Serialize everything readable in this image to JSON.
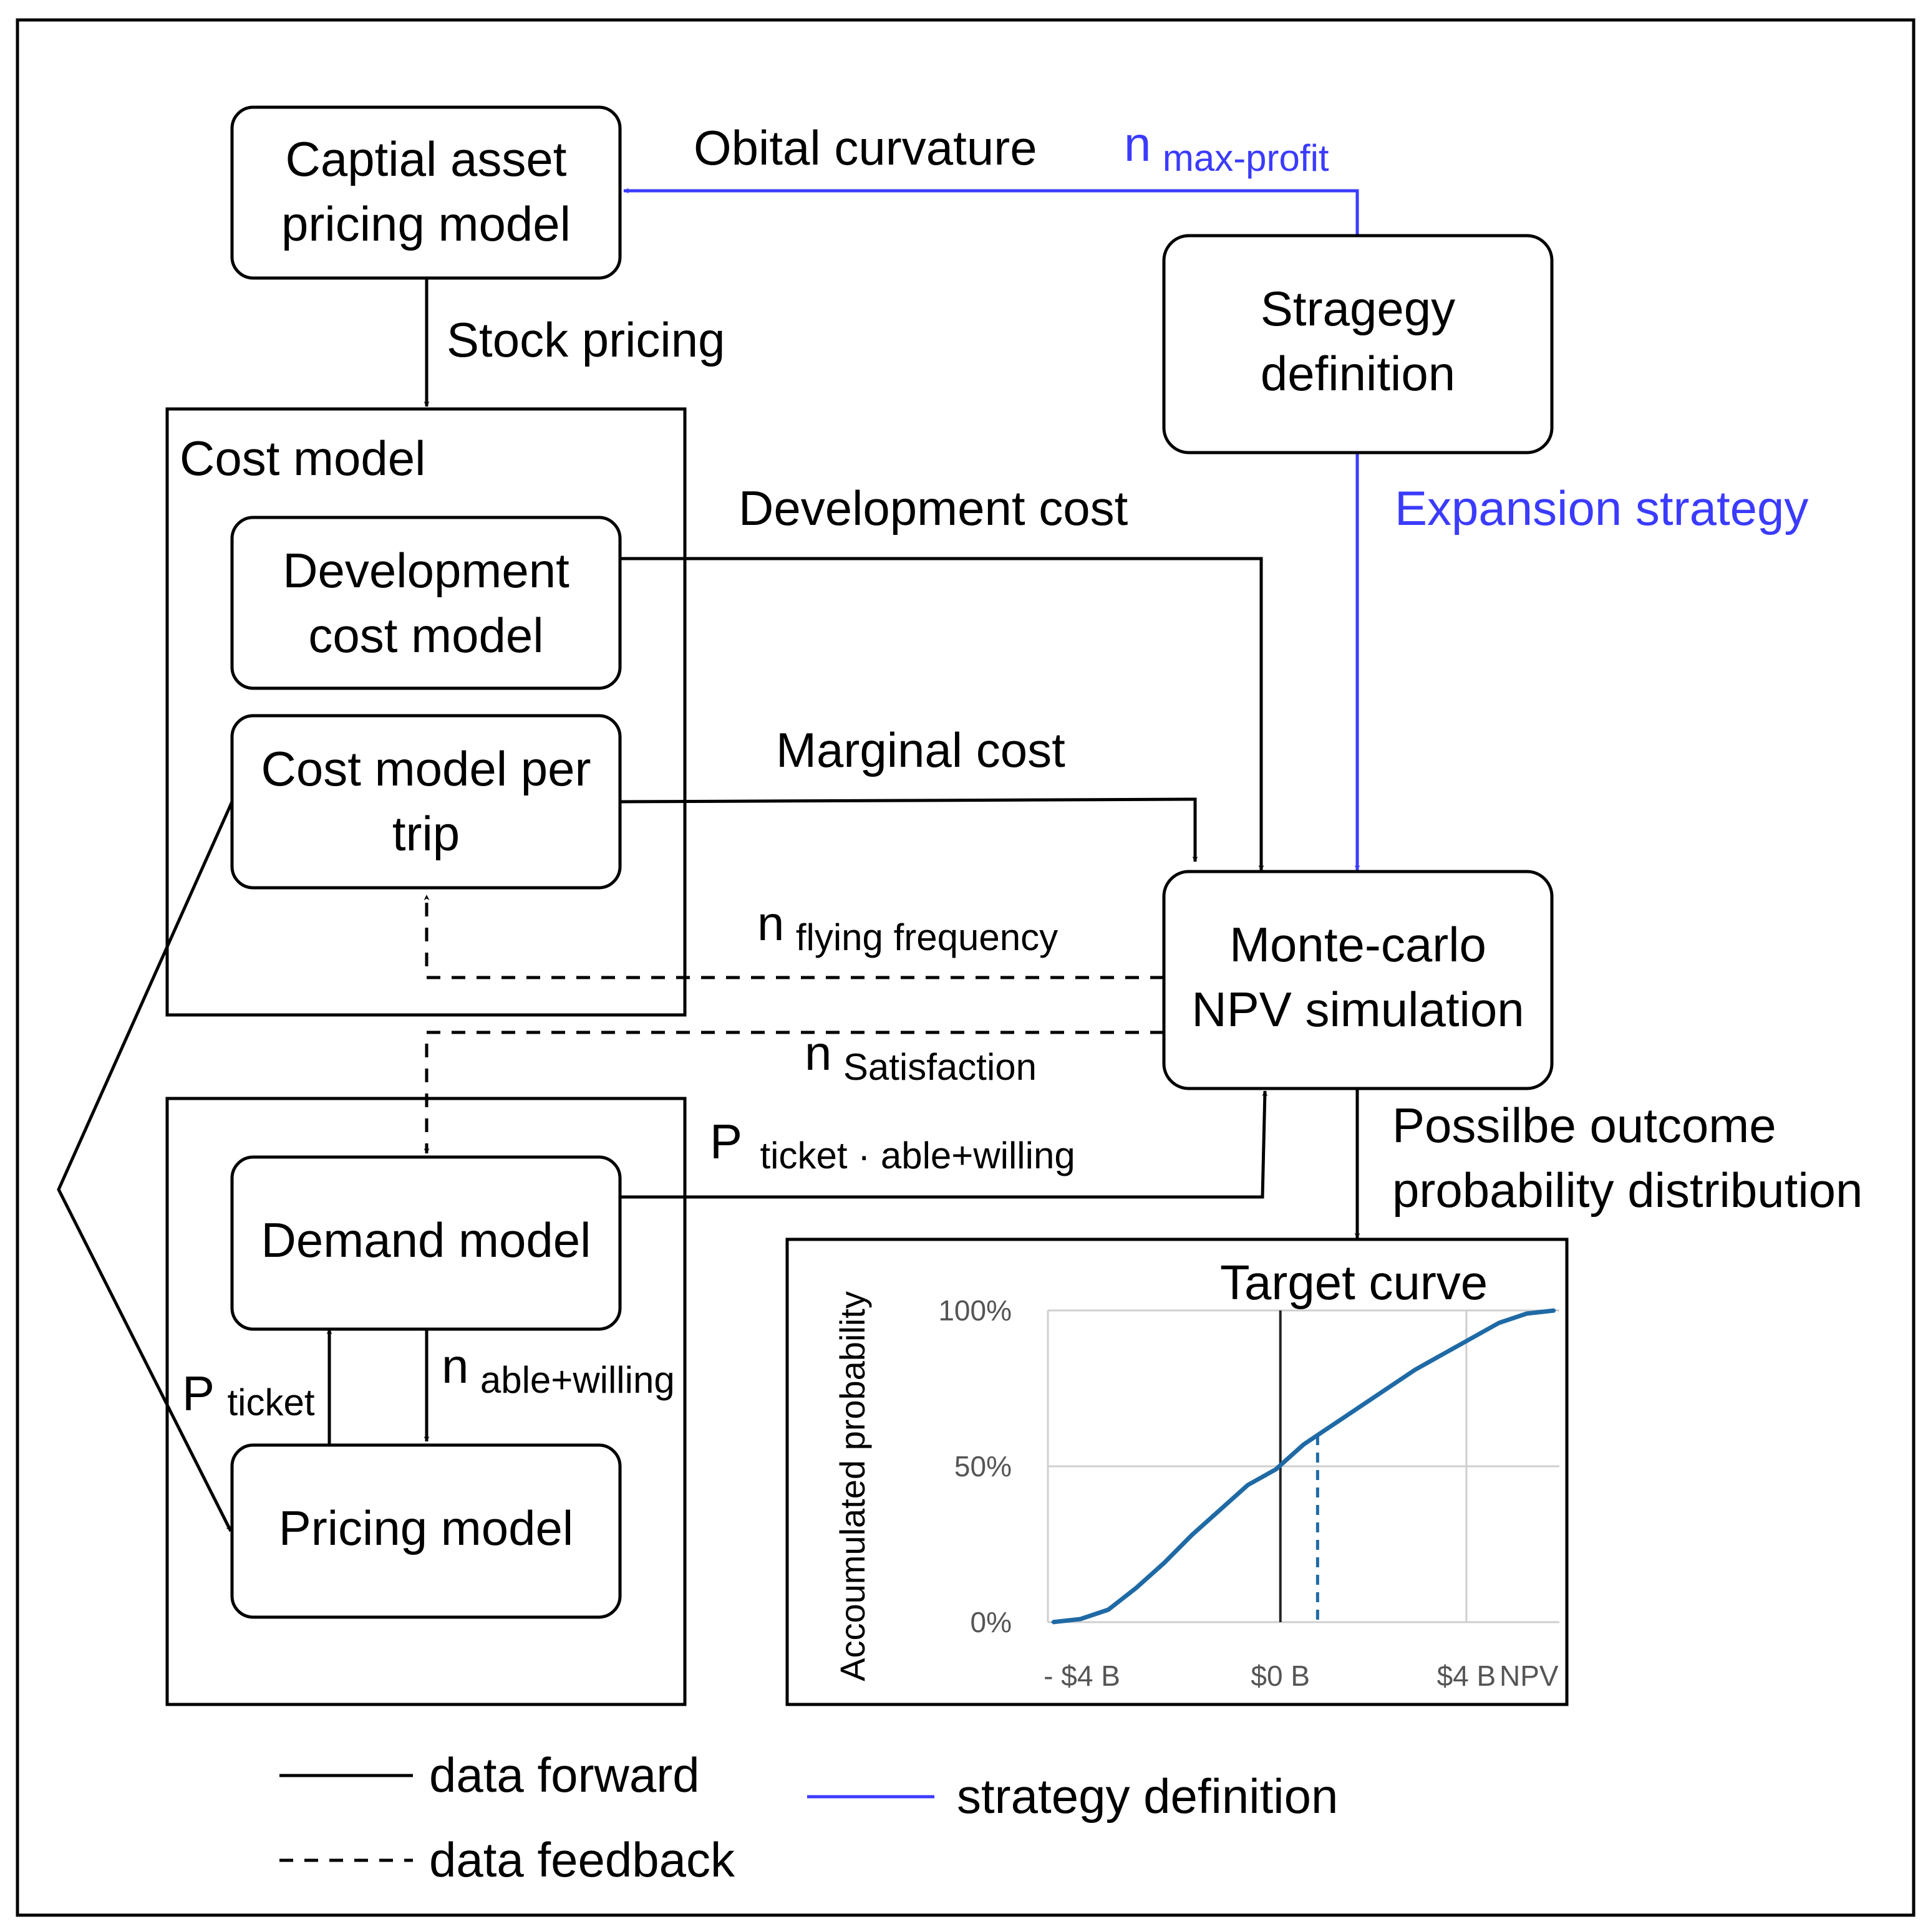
{
  "boxes": {
    "capm": [
      "Captial asset",
      "pricing model"
    ],
    "strategy": [
      "Stragegy",
      "definition"
    ],
    "cost_group": "Cost model",
    "dev_cost": [
      "Development",
      "cost model"
    ],
    "cost_trip": [
      "Cost model per",
      "trip"
    ],
    "monte": [
      "Monte-carlo",
      "NPV simulation"
    ],
    "demand": "Demand model",
    "pricing": "Pricing model"
  },
  "edges": {
    "orbital": "Obital curvature",
    "n_max": {
      "main": "n",
      "sub": "max-profit"
    },
    "stock": "Stock pricing",
    "dev_cost": "Development  cost",
    "expansion": "Expansion strategy",
    "marginal": "Marginal cost",
    "n_fly": {
      "main": "n",
      "sub": "flying frequency"
    },
    "n_sat": {
      "main": "n",
      "sub": "Satisfaction"
    },
    "p_ticket_aw": {
      "main": "P",
      "sub": "ticket · able+willing"
    },
    "p_ticket": {
      "main": "P",
      "sub": "ticket"
    },
    "n_aw": {
      "main": "n",
      "sub": "able+willing"
    },
    "outcome": [
      "Possilbe outcome",
      "probability distribution"
    ]
  },
  "legend": {
    "forward": "data forward",
    "feedback": "data feedback",
    "strategy": "strategy definition"
  },
  "colors": {
    "strategy": "#3b3bff",
    "curve": "#1f6aa5"
  },
  "chart_data": {
    "type": "line",
    "title": "Target curve",
    "ylabel": "Accoumulated probability",
    "xlabel": "NPV",
    "x_tick_labels": [
      "- $4 B",
      "$0 B",
      "$4 B"
    ],
    "y_tick_labels": [
      "0%",
      "50%",
      "100%"
    ],
    "xlim": [
      -5,
      6
    ],
    "ylim": [
      0,
      100
    ],
    "grid": true,
    "series": [
      {
        "x": [
          -4.9,
          -4.3,
          -3.7,
          -3.1,
          -2.5,
          -1.9,
          -1.3,
          -0.7,
          -0.1,
          0.5,
          1.1,
          1.7,
          2.3,
          2.9,
          3.5,
          4.1,
          4.7,
          5.3,
          5.9
        ],
        "y": [
          0,
          1,
          4,
          11,
          19,
          28,
          36,
          44,
          49,
          57,
          63,
          69,
          75,
          81,
          86,
          91,
          96,
          99,
          100
        ]
      }
    ],
    "reference_lines": [
      {
        "x": 0,
        "style": "solid"
      },
      {
        "x": 0.8,
        "style": "dashed"
      }
    ]
  }
}
